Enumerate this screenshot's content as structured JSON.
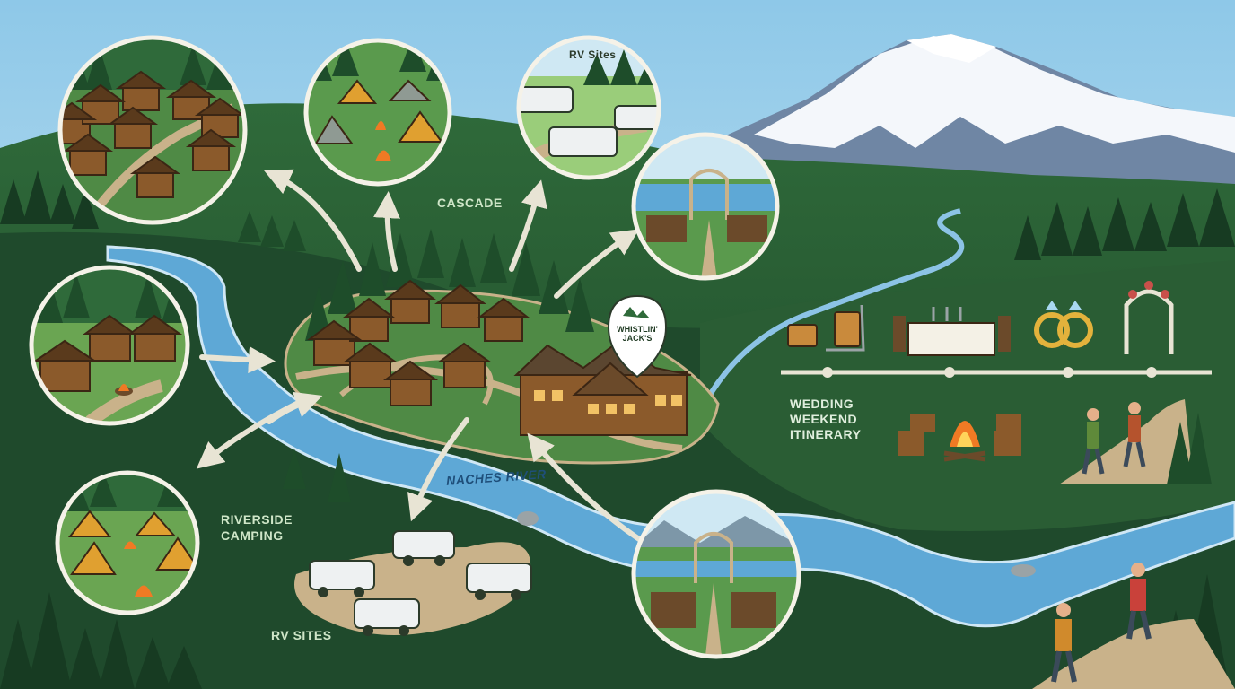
{
  "map": {
    "labels": {
      "cascade": "CASCADE",
      "rv_sites_top": "RV Sites",
      "riverside_camping": "RIVERSIDE\nCAMPING",
      "rv_sites_bottom": "RV SITES",
      "river": "NACHES RIVER",
      "lodge_pin": "WHISTLIN'\nJACK'S",
      "itinerary": "WEDDING\nWEEKEND\nITINERARY"
    },
    "icons": [
      "mountain-icon",
      "cabin-icon",
      "tent-icon",
      "campfire-icon",
      "rv-icon",
      "wedding-arch-icon",
      "luggage-cart-icon",
      "dining-table-icon",
      "wedding-rings-icon",
      "hiker-icon",
      "map-pin-icon",
      "arrow-icon"
    ],
    "colors": {
      "forest": "#1f4a2c",
      "meadow": "#3f7a3c",
      "river": "#5ea8d6",
      "trail": "#c9b28a",
      "snow": "#f4f7fb",
      "sky": "#b9dcef"
    }
  }
}
